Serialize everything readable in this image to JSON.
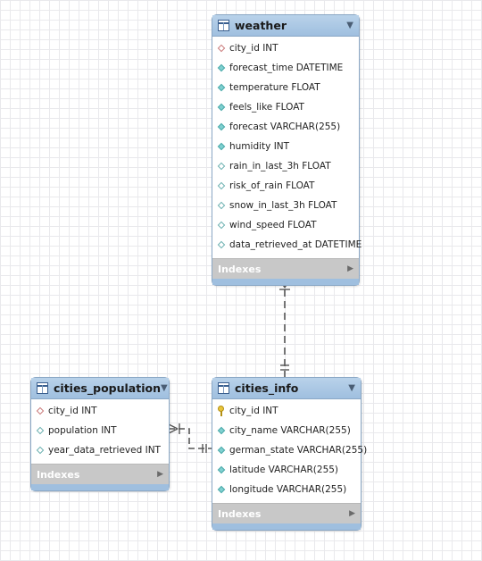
{
  "tables": {
    "weather": {
      "title": "weather",
      "columns": [
        {
          "text": "city_id INT",
          "marker": "fk"
        },
        {
          "text": "forecast_time DATETIME",
          "marker": "nn"
        },
        {
          "text": "temperature FLOAT",
          "marker": "nn"
        },
        {
          "text": "feels_like FLOAT",
          "marker": "nn"
        },
        {
          "text": "forecast VARCHAR(255)",
          "marker": "nn"
        },
        {
          "text": "humidity INT",
          "marker": "nn"
        },
        {
          "text": "rain_in_last_3h FLOAT",
          "marker": "null"
        },
        {
          "text": "risk_of_rain FLOAT",
          "marker": "null"
        },
        {
          "text": "snow_in_last_3h FLOAT",
          "marker": "null"
        },
        {
          "text": "wind_speed FLOAT",
          "marker": "null"
        },
        {
          "text": "data_retrieved_at DATETIME",
          "marker": "null"
        }
      ],
      "footer": "Indexes"
    },
    "cities_population": {
      "title": "cities_population",
      "columns": [
        {
          "text": "city_id INT",
          "marker": "fk"
        },
        {
          "text": "population INT",
          "marker": "null"
        },
        {
          "text": "year_data_retrieved INT",
          "marker": "null"
        }
      ],
      "footer": "Indexes"
    },
    "cities_info": {
      "title": "cities_info",
      "columns": [
        {
          "text": "city_id INT",
          "marker": "pk"
        },
        {
          "text": "city_name VARCHAR(255)",
          "marker": "nn"
        },
        {
          "text": "german_state VARCHAR(255)",
          "marker": "nn"
        },
        {
          "text": "latitude VARCHAR(255)",
          "marker": "nn"
        },
        {
          "text": "longitude VARCHAR(255)",
          "marker": "nn"
        }
      ],
      "footer": "Indexes"
    }
  },
  "relationships": [
    {
      "from": "weather",
      "to": "cities_info",
      "from_end": "many",
      "to_end": "one"
    },
    {
      "from": "cities_population",
      "to": "cities_info",
      "from_end": "many",
      "to_end": "one"
    }
  ],
  "colors": {
    "header": "#a9c6e3",
    "border": "#8aa7c5",
    "footer": "#c8c8c8",
    "line": "#555555"
  }
}
